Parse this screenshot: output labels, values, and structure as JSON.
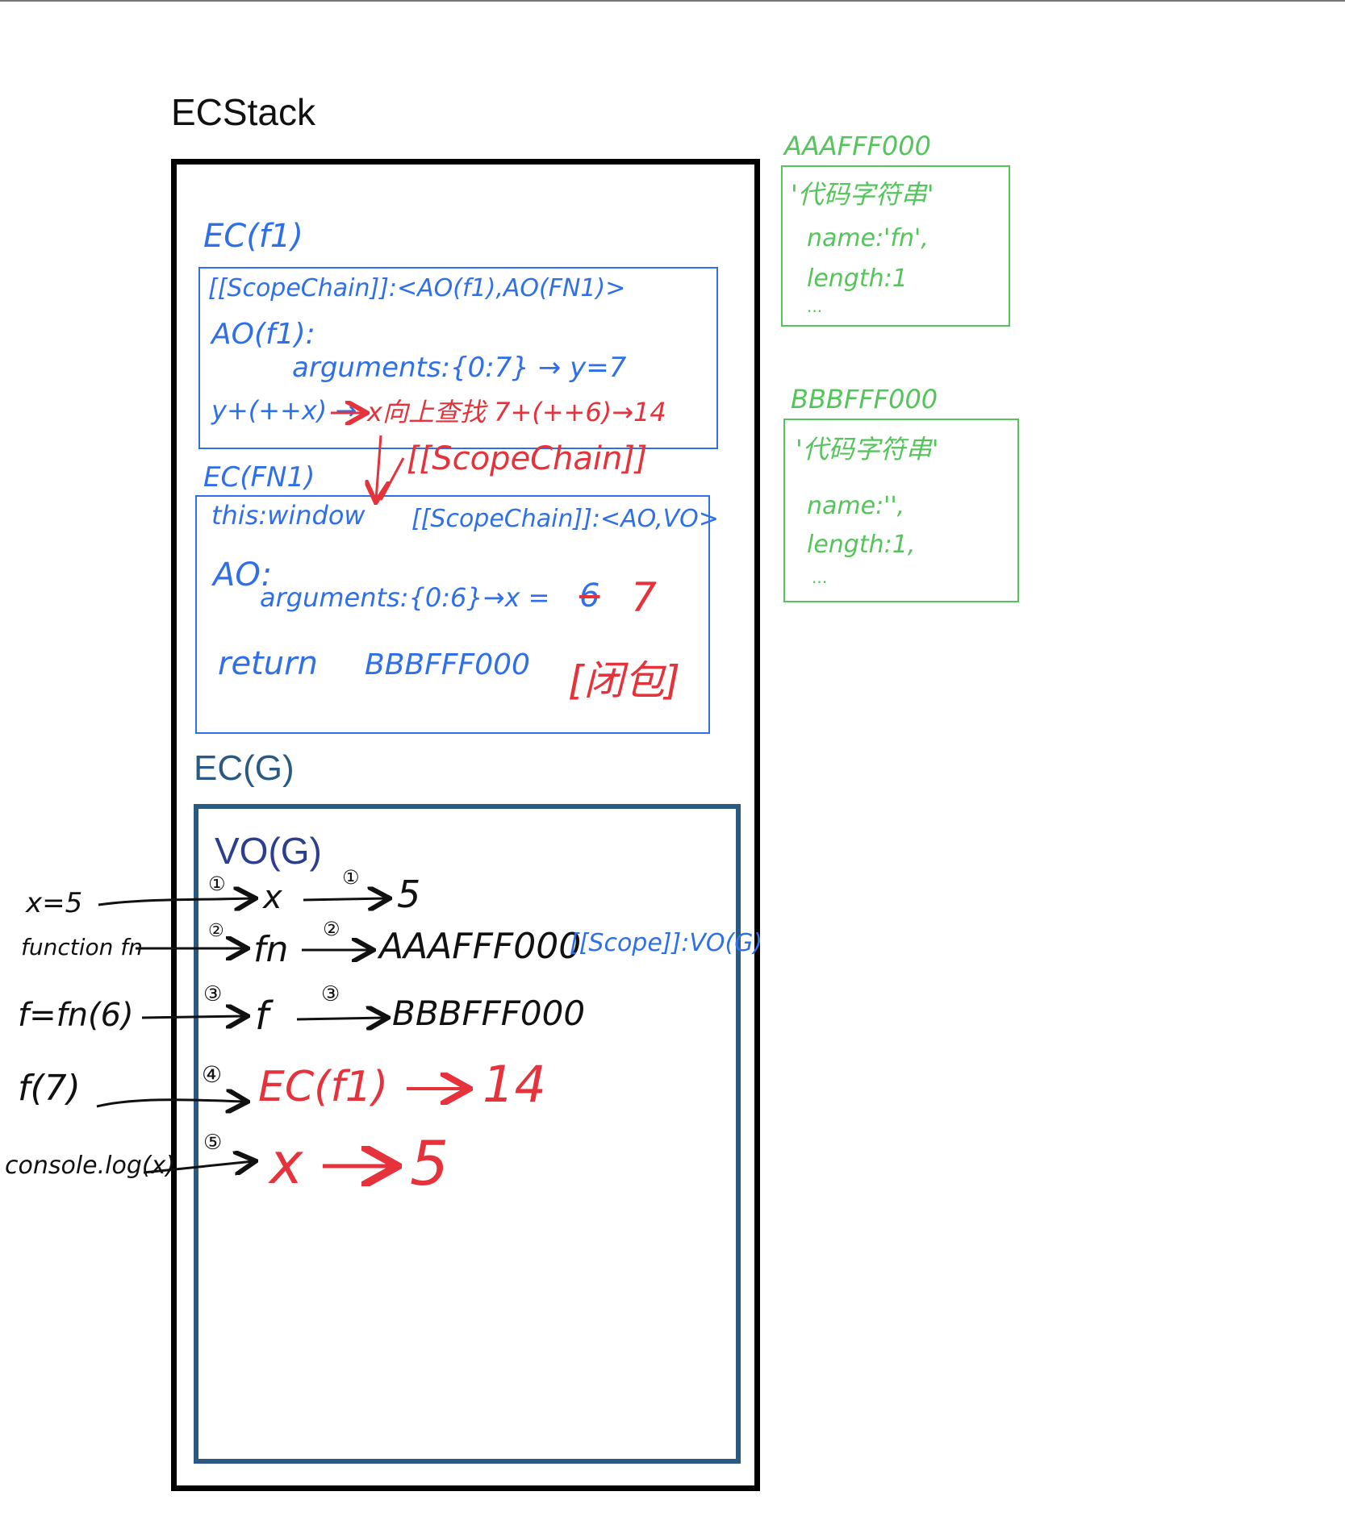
{
  "stack": {
    "title": "ECStack"
  },
  "ec_f1": {
    "label": "EC(f1)",
    "scope_chain": "[[ScopeChain]]:<AO(f1),AO(FN1)>",
    "ao": "AO(f1):",
    "arguments": "arguments:{0:7} → y=7",
    "expr": "y+(++x) →",
    "note": "x向上查找 7+(++6)→14"
  },
  "link": {
    "label": "[[ScopeChain]]"
  },
  "ec_fn1": {
    "label": "EC(FN1)",
    "this": "this:window",
    "scope_chain": "[[ScopeChain]]:<AO,VO>",
    "ao": "AO:",
    "arguments": "arguments:{0:6}→x =",
    "old_value": "6",
    "new_value": "7",
    "return_label": "return",
    "return_value": "BBBFFF000",
    "closure": "[闭包]"
  },
  "ec_g": {
    "label": "EC(G)",
    "vo_title": "VO(G)",
    "rows": [
      {
        "code": "x=5",
        "step": "①",
        "name": "x",
        "step2": "①",
        "value": "5"
      },
      {
        "code": "function fn",
        "step": "②",
        "name": "fn",
        "step2": "②",
        "value": "AAAFFF000",
        "extra": "[[Scope]]:VO(G)"
      },
      {
        "code": "f=fn(6)",
        "step": "③",
        "name": "f",
        "step2": "③",
        "value": "BBBFFF000"
      },
      {
        "code": "f(7)",
        "step": "④",
        "name": "EC(f1)",
        "value": "14"
      },
      {
        "code": "console.log(x)",
        "step": "⑤",
        "name": "x",
        "value": "5"
      }
    ]
  },
  "heap1": {
    "address": "AAAFFF000",
    "code": "'代码字符串'",
    "name": "name:'fn',",
    "length": "length:1",
    "more": "..."
  },
  "heap2": {
    "address": "BBBFFF000",
    "code": "'代码字符串'",
    "name": "name:'',",
    "length": "length:1,",
    "more": "..."
  },
  "colors": {
    "stack_border": "#000000",
    "ec_blue": "#2f6fe8",
    "ec_g": "#2a5a82",
    "vo_title": "#2c3e8f",
    "annotation_red": "#e5323b",
    "heap_green": "#55c55b"
  }
}
